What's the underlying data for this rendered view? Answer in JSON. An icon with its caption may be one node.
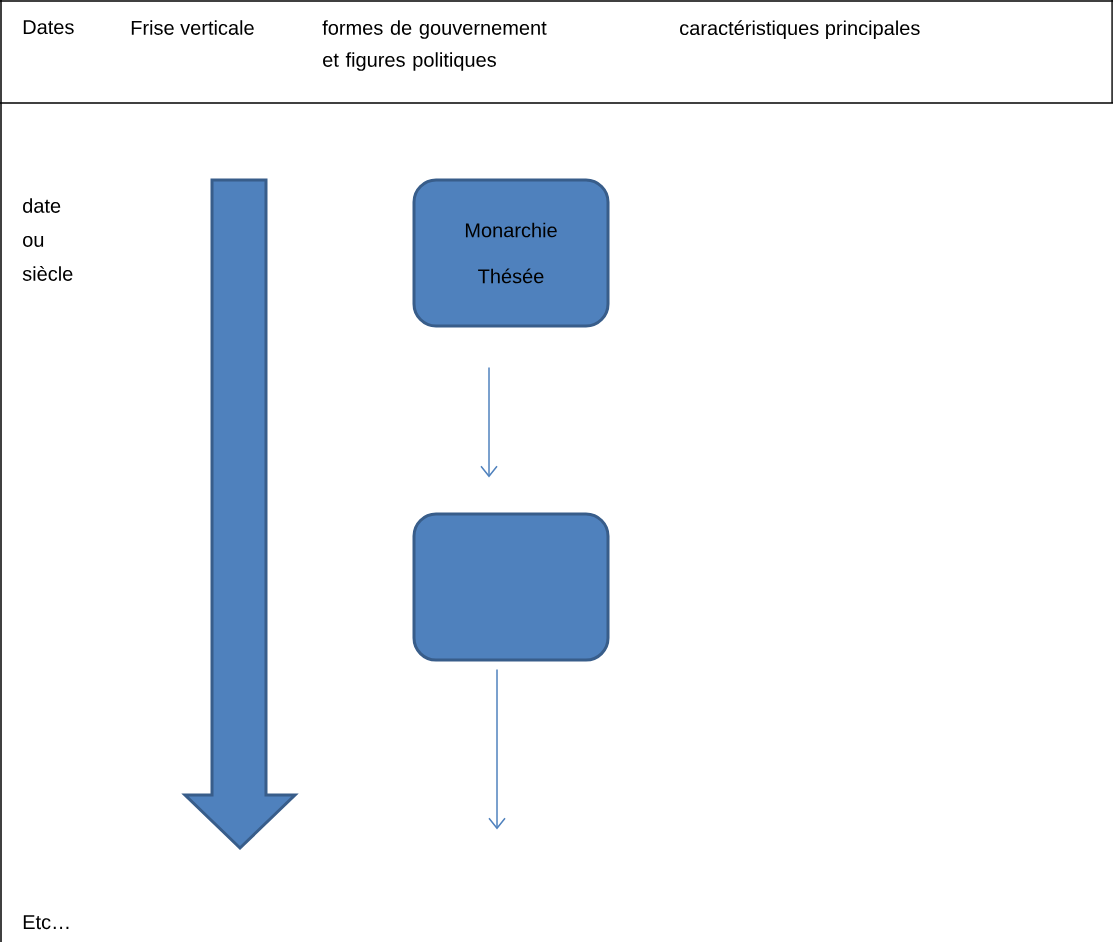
{
  "diagram": {
    "nodes": [
      {
        "text": [
          "Monarchie",
          "Thésée"
        ]
      },
      {
        "text": [],
        "shape": "box"
      }
    ],
    "edges": [
      {
        "from": 0,
        "to": 1,
        "arrow": "to"
      },
      {
        "from": 1,
        "to": null,
        "arrow": "to"
      }
    ],
    "labels": [
      "Dates",
      "Frise verticale",
      "formes de gouvernement et figures politiques",
      "caractéristiques principales",
      "date ou siècle",
      "Etc…"
    ]
  }
}
